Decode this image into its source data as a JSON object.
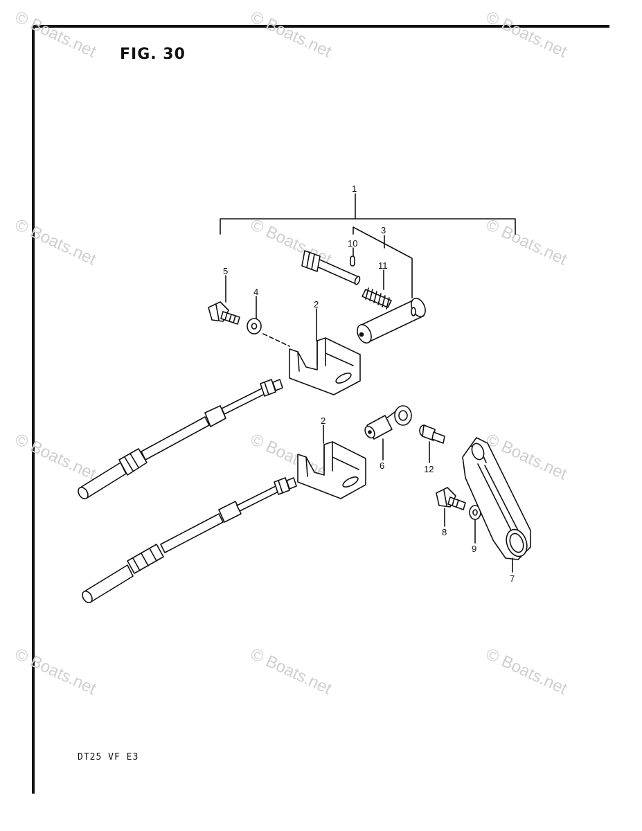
{
  "header": {
    "figure_title": "FIG. 30"
  },
  "footer": {
    "model_code": "DT25  VF  E3"
  },
  "watermark": {
    "text": "© Boats.net",
    "color": "#cfcfcf"
  },
  "callouts": {
    "c1": "1",
    "c2a": "2",
    "c2b": "2",
    "c3": "3",
    "c4": "4",
    "c5": "5",
    "c6": "6",
    "c7": "7",
    "c8": "8",
    "c9": "9",
    "c10": "10",
    "c11": "11",
    "c12": "12"
  }
}
